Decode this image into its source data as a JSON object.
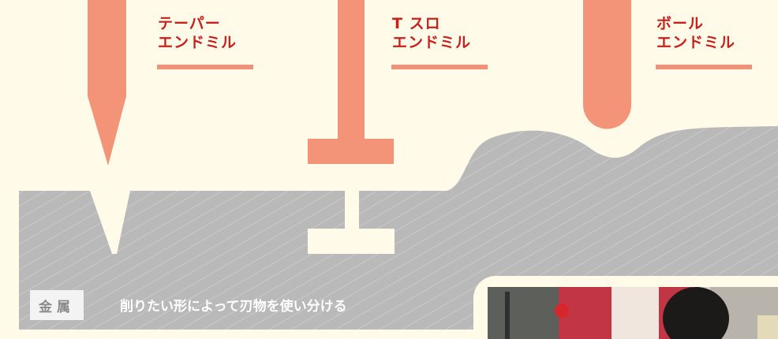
{
  "tools": [
    {
      "line1": "テーパー",
      "line2": "エンドミル"
    },
    {
      "line1": "T スロ",
      "line2": "エンドミル"
    },
    {
      "line1": "ボール",
      "line2": "エンドミル"
    }
  ],
  "material": {
    "badge": "金属",
    "description": "削りたい形によって刃物を使い分ける"
  },
  "colors": {
    "background": "#fffbe8",
    "tool": "#f39479",
    "label": "#c8201c",
    "metal": "#b9b9b9"
  }
}
